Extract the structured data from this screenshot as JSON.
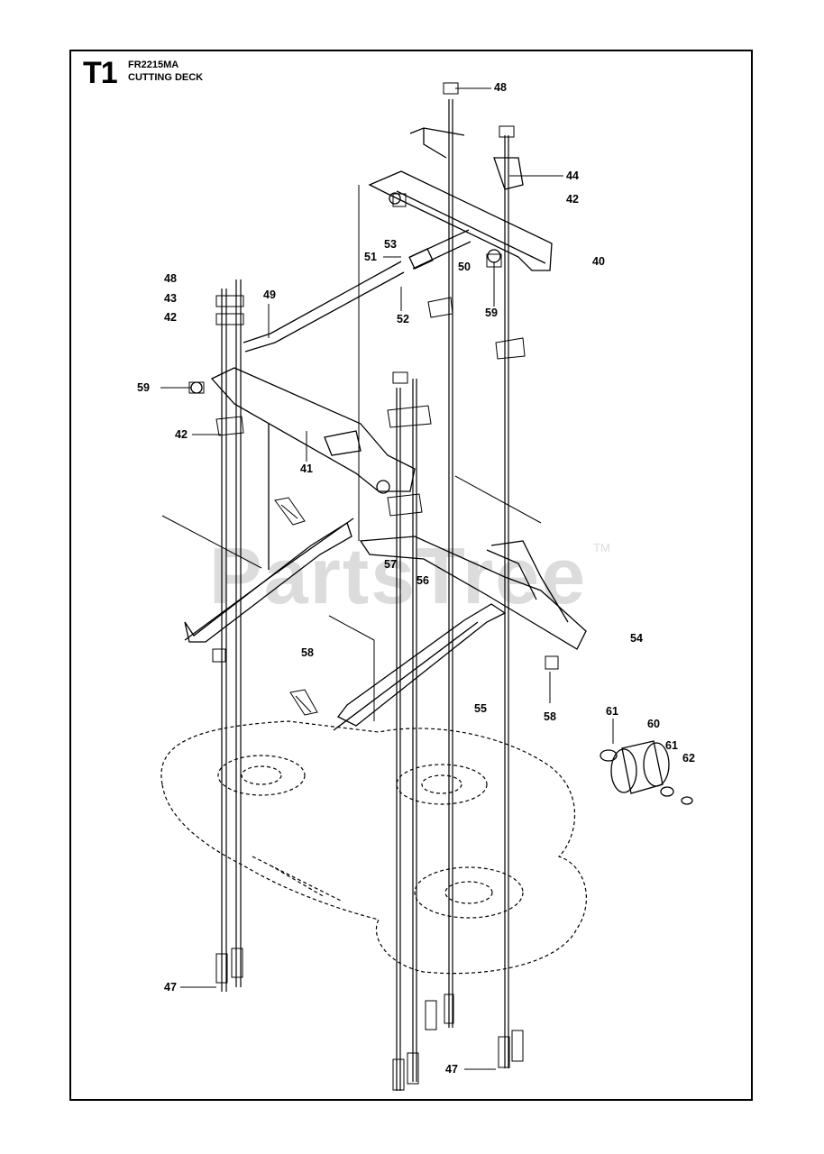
{
  "header": {
    "section": "T1",
    "model": "FR2215MA",
    "title": "CUTTING DECK"
  },
  "watermark": {
    "text": "PartsTree",
    "tm": "TM"
  },
  "callouts": [
    {
      "id": "48",
      "text": "48"
    },
    {
      "id": "44",
      "text": "44"
    },
    {
      "id": "42",
      "text": "42"
    },
    {
      "id": "53",
      "text": "53"
    },
    {
      "id": "51",
      "text": "51"
    },
    {
      "id": "50",
      "text": "50"
    },
    {
      "id": "40",
      "text": "40"
    },
    {
      "id": "48",
      "text": "48"
    },
    {
      "id": "43",
      "text": "43"
    },
    {
      "id": "42",
      "text": "42"
    },
    {
      "id": "49",
      "text": "49"
    },
    {
      "id": "52",
      "text": "52"
    },
    {
      "id": "59",
      "text": "59"
    },
    {
      "id": "59",
      "text": "59"
    },
    {
      "id": "42",
      "text": "42"
    },
    {
      "id": "41",
      "text": "41"
    },
    {
      "id": "57",
      "text": "57"
    },
    {
      "id": "56",
      "text": "56"
    },
    {
      "id": "54",
      "text": "54"
    },
    {
      "id": "58",
      "text": "58"
    },
    {
      "id": "55",
      "text": "55"
    },
    {
      "id": "58",
      "text": "58"
    },
    {
      "id": "61",
      "text": "61"
    },
    {
      "id": "60",
      "text": "60"
    },
    {
      "id": "61",
      "text": "61"
    },
    {
      "id": "62",
      "text": "62"
    },
    {
      "id": "47",
      "text": "47"
    },
    {
      "id": "47",
      "text": "47"
    }
  ]
}
